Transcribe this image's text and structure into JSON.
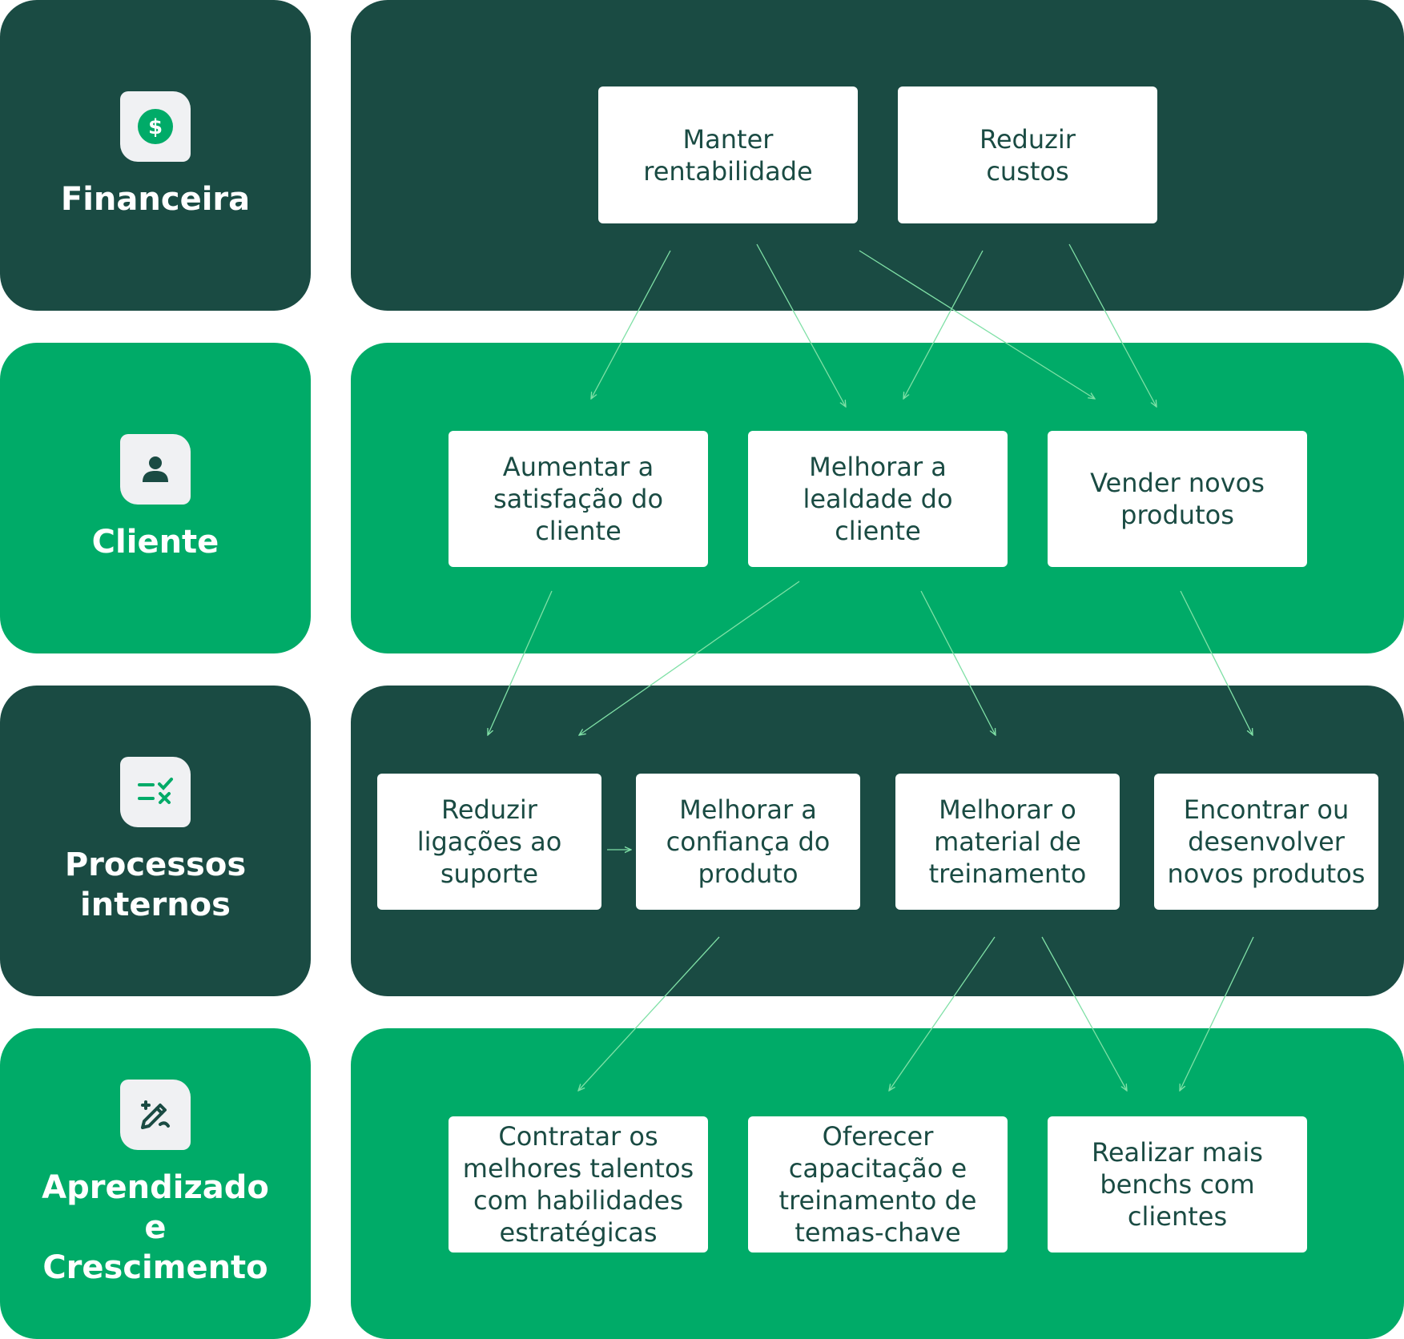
{
  "colors": {
    "dark": "#1a4b43",
    "green": "#00ab68",
    "box_text": "#1a4b43",
    "arrow": "#7fe0a6"
  },
  "perspectives": [
    {
      "label": "Financeira",
      "icon": "dollar-coin-icon"
    },
    {
      "label": "Cliente",
      "icon": "user-icon"
    },
    {
      "label": "Processos internos",
      "icon": "checklist-icon"
    },
    {
      "label": "Aprendizado e Crescimento",
      "icon": "pencil-edit-icon"
    }
  ],
  "objectives": {
    "financeira": [
      "Manter rentabilidade",
      "Reduzir custos"
    ],
    "cliente": [
      "Aumentar a satisfação do cliente",
      "Melhorar a lealdade do cliente",
      "Vender novos produtos"
    ],
    "processos": [
      "Reduzir ligações ao suporte",
      "Melhorar a confiança do produto",
      "Melhorar o material de treinamento",
      "Encontrar ou desenvolver novos produtos"
    ],
    "aprendizado": [
      "Contratar os melhores talentos com habilidades estratégicas",
      "Oferecer capacitação e treinamento de temas-chave",
      "Realizar mais benchs com clientes"
    ]
  }
}
